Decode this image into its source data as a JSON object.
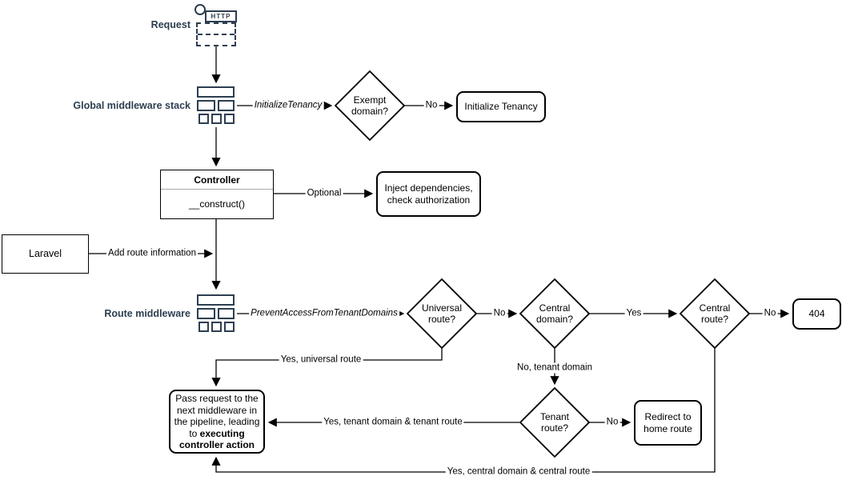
{
  "diagram": {
    "side_labels": {
      "request": "Request",
      "global_middleware": "Global middleware stack",
      "route_middleware": "Route middleware"
    },
    "icons": {
      "http_label": "HTTP"
    },
    "nodes": {
      "exempt_domain": "Exempt domain?",
      "initialize_tenancy": "Initialize Tenancy",
      "controller_title": "Controller",
      "controller_method": "__construct()",
      "inject_dependencies": "Inject dependencies, check authorization",
      "laravel": "Laravel",
      "universal_route": "Universal route?",
      "central_domain": "Central domain?",
      "central_route": "Central route?",
      "not_found": "404",
      "tenant_route": "Tenant route?",
      "redirect_home": "Redirect to home route",
      "pass_request_normal": "Pass request to the next middleware in the pipeline, leading to ",
      "pass_request_bold": "executing controller action"
    },
    "edges": {
      "initialize_tenancy_mw": "InitializeTenancy",
      "exempt_no": "No",
      "optional": "Optional",
      "add_route_info": "Add route information",
      "prevent_access_mw": "PreventAccessFromTenantDomains",
      "universal_no": "No",
      "central_domain_yes": "Yes",
      "central_route_no": "No",
      "universal_yes": "Yes, universal route",
      "no_tenant_domain": "No, tenant domain",
      "tenant_yes": "Yes, tenant domain & tenant route",
      "tenant_no": "No",
      "central_yes": "Yes, central domain & central route"
    },
    "colors": {
      "shape_stroke": "#000000",
      "icon_stroke": "#2d3e50",
      "side_label_text": "#2d3e50",
      "background": "#ffffff"
    }
  }
}
